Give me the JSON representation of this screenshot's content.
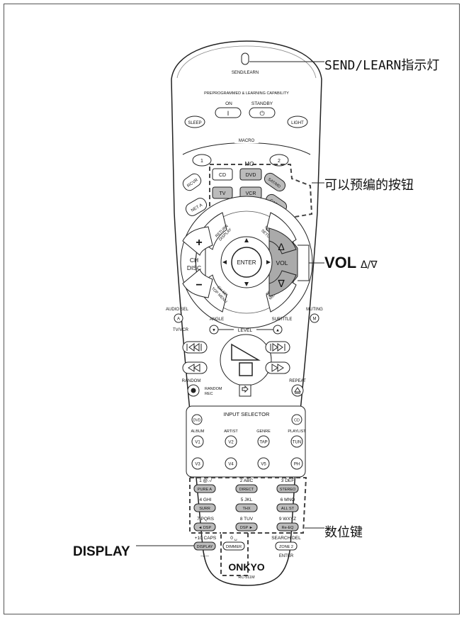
{
  "callouts": {
    "send_learn": "SEND/LEARN指示灯",
    "preprogrammable": "可以预编的按钮",
    "vol": "VOL",
    "vol_arrows": "Δ/∇",
    "numeric_keys": "数位键",
    "display": "DISPLAY"
  },
  "remote": {
    "send_learn": "SEND/LEARN",
    "capability": "PREPROGRAMMED & LEARNING CAPABILITY",
    "on": "ON",
    "on_sym": "I",
    "standby": "STANDBY",
    "standby_sym": "⏻",
    "sleep": "SLEEP",
    "light": "LIGHT",
    "macro": "MACRO",
    "macro_1": "1",
    "macro_2": "2",
    "mode": "MO",
    "rcvr": "RCVR",
    "cd": "CD",
    "dvd": "DVD",
    "sat_md": "SAT/MD",
    "net_a": "NET A",
    "tv": "TV",
    "vcr": "VCR",
    "cable": "CABLE",
    "return_1": "RETURN",
    "return_2": "DISPLAY",
    "setup_1": "SETUP",
    "setup_2": "SETUP",
    "plus": "+",
    "minus": "−",
    "ch": "CH",
    "disc": "DISC",
    "enter": "ENTER",
    "vol": "VOL",
    "up": "Δ",
    "down": "∇",
    "chsel_1": "CH SEL",
    "chsel_2": "TOP MENU",
    "test_1": "TEST",
    "test_2": "MENU",
    "audio_sel": "AUDIO SEL",
    "a": "A",
    "tv_vcr": "TV/VCR",
    "muting": "MUTING",
    "m": "M",
    "angle": "ANGLE",
    "subtitle": "SUBTITLE",
    "level": "LEVEL",
    "level_down": "▼",
    "level_up": "▲",
    "random": "RANDOM",
    "random_rec_1": "RANDOM",
    "random_rec_2": "REC",
    "repeat": "REPEAT",
    "input_selector": "INPUT SELECTOR",
    "in_dvd": "DVD",
    "in_cd": "CD",
    "album": "ALBUM",
    "artist": "ARTIST",
    "genre": "GENRE",
    "playlist": "PLAYLIST",
    "v1": "V1",
    "v2": "V2",
    "tap": "TAP",
    "tun": "TUN",
    "v3": "V3",
    "v4": "V4",
    "v5": "V5",
    "ph": "PH",
    "k1": "1 @.-/",
    "k2": "2 ABC",
    "k3": "3 DEF",
    "pure_a": "PURE A",
    "direct": "DIRECT",
    "stereo": "STEREO",
    "k4": "4 GHI",
    "k5": "5 JKL",
    "k6": "6 MNO",
    "surr": "SURR",
    "thx": "THX",
    "all_st": "ALL ST",
    "k7": "7 PQRS",
    "k8": "8 TUV",
    "k9": "9 WXYZ",
    "dsp_l": "◄ DSP",
    "dsp_r": "DSP ►",
    "re_eq": "Re-EQ",
    "k10": "+10 CAPS",
    "k0": "0 ␣",
    "search_del": "SEARCH DEL",
    "display": "DISPLAY",
    "dimmer": "DIMMER",
    "zone2": "ZONE 2",
    "enter2": "ENTER",
    "dashes": "--/---",
    "brand": "ONKYO",
    "model": "RC-511M"
  }
}
